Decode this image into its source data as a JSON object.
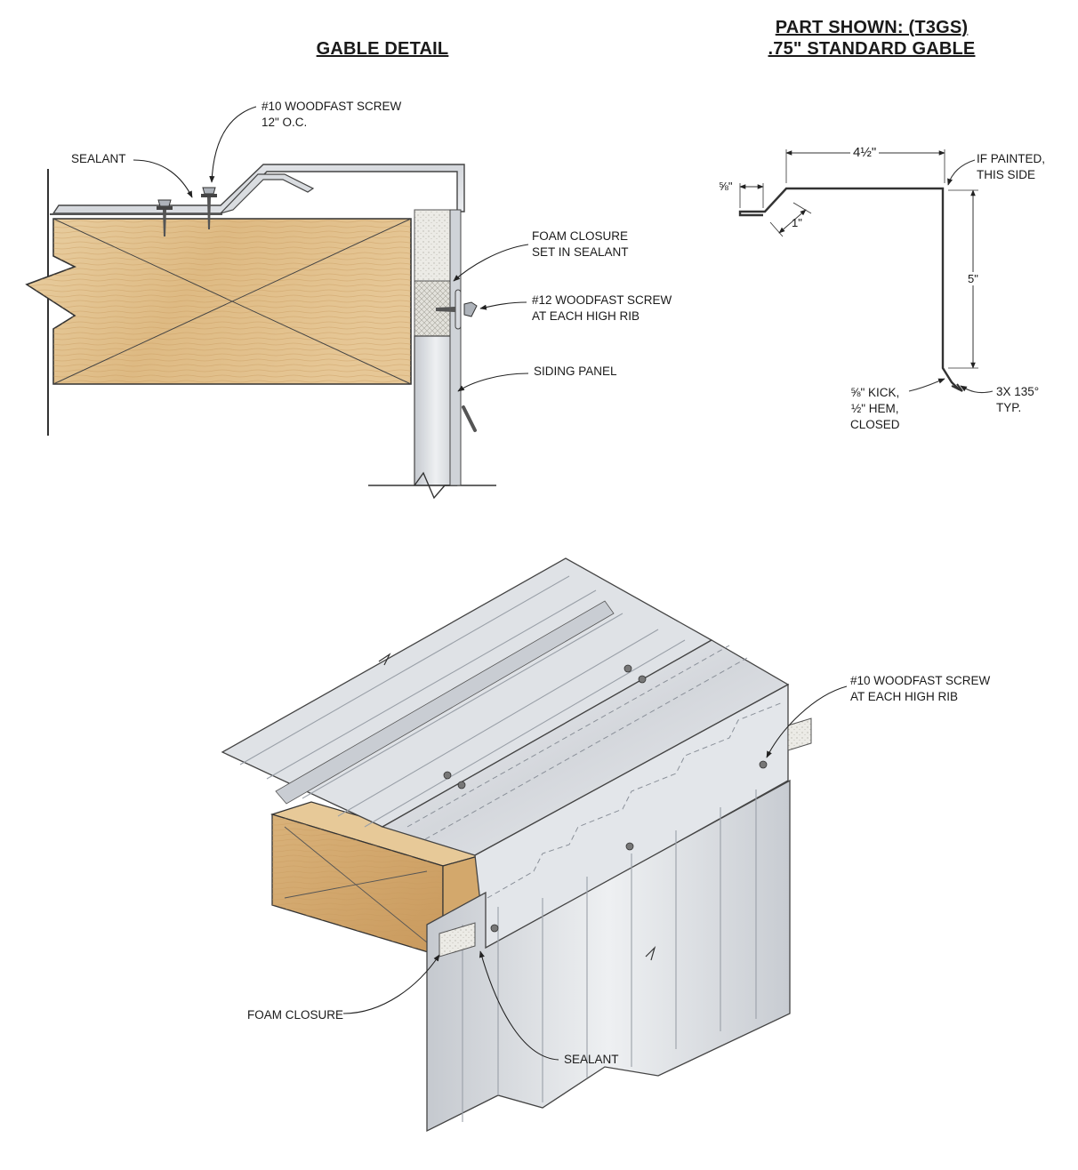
{
  "titles": {
    "gable_detail": "GABLE DETAIL",
    "part_shown_1": "PART SHOWN: (T3GS)",
    "part_shown_2": ".75\" STANDARD GABLE"
  },
  "section": {
    "screw10_line1": "#10 WOODFAST SCREW",
    "screw10_line2": "12\"  O.C.",
    "sealant": "SEALANT",
    "foam_line1": "FOAM CLOSURE",
    "foam_line2": "SET IN SEALANT",
    "screw12_line1": "#12 WOODFAST SCREW",
    "screw12_line2": "AT EACH HIGH RIB",
    "siding": "SIDING PANEL"
  },
  "profile": {
    "width": "4½\"",
    "lip": "⅝\"",
    "step": "1\"",
    "height": "5\"",
    "painted_line1": "IF PAINTED,",
    "painted_line2": "THIS SIDE",
    "kick_line1": "⅝\" KICK,",
    "kick_line2": "½\" HEM,",
    "kick_line3": "CLOSED",
    "bends_line1": "3X 135°",
    "bends_line2": "TYP."
  },
  "iso": {
    "screw_line1": "#10 WOODFAST SCREW",
    "screw_line2": "AT EACH HIGH RIB",
    "foam": "FOAM CLOSURE",
    "sealant": "SEALANT"
  }
}
